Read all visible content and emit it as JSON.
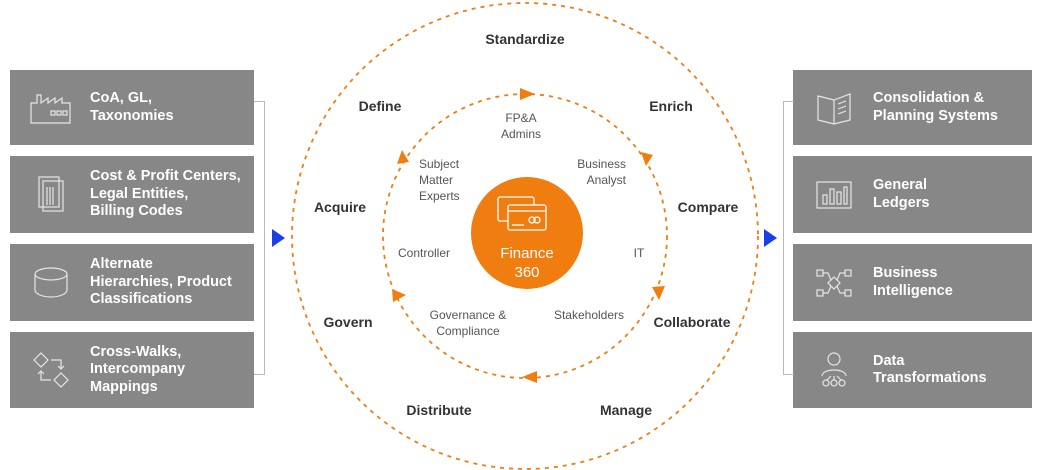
{
  "left_boxes": [
    {
      "lines": [
        "CoA, GL,",
        "Taxonomies"
      ],
      "icon": "factory-icon"
    },
    {
      "lines": [
        "Cost & Profit Centers,",
        "Legal Entities,",
        "Billing Codes"
      ],
      "icon": "documents-icon"
    },
    {
      "lines": [
        "Alternate",
        "Hierarchies, Product",
        "Classifications"
      ],
      "icon": "database-icon"
    },
    {
      "lines": [
        "Cross-Walks,",
        "Intercompany",
        "Mappings"
      ],
      "icon": "cross-walk-icon"
    }
  ],
  "right_boxes": [
    {
      "lines": [
        "Consolidation &",
        "Planning Systems"
      ],
      "icon": "book-icon"
    },
    {
      "lines": [
        "General",
        "Ledgers"
      ],
      "icon": "ledger-chart-icon"
    },
    {
      "lines": [
        "Business",
        "Intelligence"
      ],
      "icon": "network-icon"
    },
    {
      "lines": [
        "Data",
        "Transformations"
      ],
      "icon": "user-network-icon"
    }
  ],
  "outer_labels": {
    "standardize": "Standardize",
    "define": "Define",
    "enrich": "Enrich",
    "acquire": "Acquire",
    "compare": "Compare",
    "govern": "Govern",
    "collaborate": "Collaborate",
    "distribute": "Distribute",
    "manage": "Manage"
  },
  "inner_labels": {
    "fpa_admins": [
      "FP&A",
      "Admins"
    ],
    "sme": [
      "Subject",
      "Matter",
      "Experts"
    ],
    "business_analyst": [
      "Business",
      "Analyst"
    ],
    "controller": [
      "Controller"
    ],
    "it": [
      "IT"
    ],
    "governance": [
      "Governance &",
      "Compliance"
    ],
    "stakeholders": [
      "Stakeholders"
    ]
  },
  "center": {
    "lines": [
      "Finance",
      "360"
    ],
    "icon": "credit-card-icon"
  },
  "colors": {
    "accent_orange": "#f07d0f",
    "box_gray": "#878787",
    "arrow_blue": "#1a3ee8",
    "box_text": "#ffffff"
  }
}
